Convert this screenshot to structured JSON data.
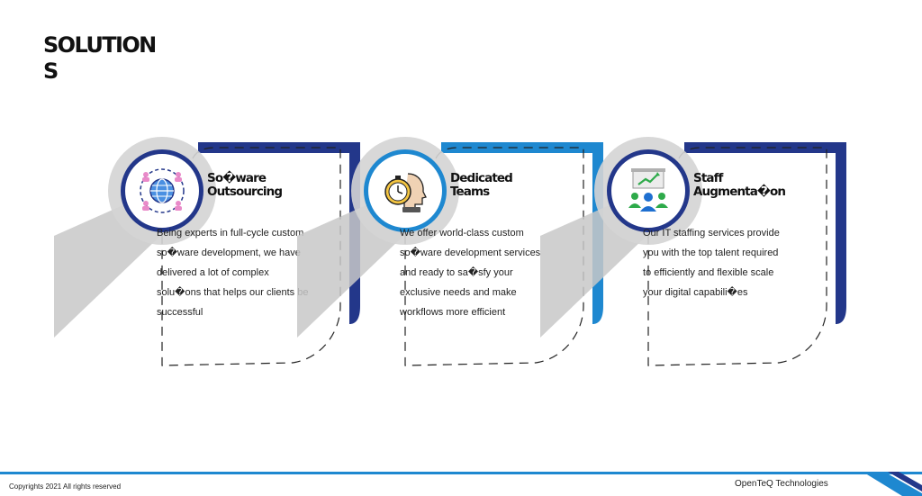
{
  "page": {
    "title": "SOLUTIONS"
  },
  "cards": [
    {
      "heading_lines": [
        "So�ware",
        "Outsourcing"
      ],
      "icon": "globe-network-icon",
      "desc_lines": [
        "Being experts in full-cycle custom",
        "so�ware development, we have",
        "delivered a lot of complex",
        "solu�ons that helps our clients be",
        "successful"
      ]
    },
    {
      "heading_lines": [
        "Dedicated",
        "Teams"
      ],
      "icon": "stopwatch-head-icon",
      "desc_lines": [
        "We offer world-class custom",
        "so�ware development services",
        "and ready to sa�sfy your",
        "exclusive needs and make",
        "workflows more efficient"
      ]
    },
    {
      "heading_lines": [
        "Staff",
        "Augmenta�on"
      ],
      "icon": "team-growth-icon",
      "desc_lines": [
        "Our IT staffing services provide",
        "you with the top talent required",
        "to efficiently and flexible scale",
        "your digital capabili�es"
      ]
    }
  ],
  "footer": {
    "copyright": "Copyrights 2021 All rights reserved",
    "brand": "OpenTeQ Technologies"
  },
  "colors": {
    "navy": "#23378a",
    "blue": "#1e88d0",
    "grey": "#c8c8c8"
  }
}
